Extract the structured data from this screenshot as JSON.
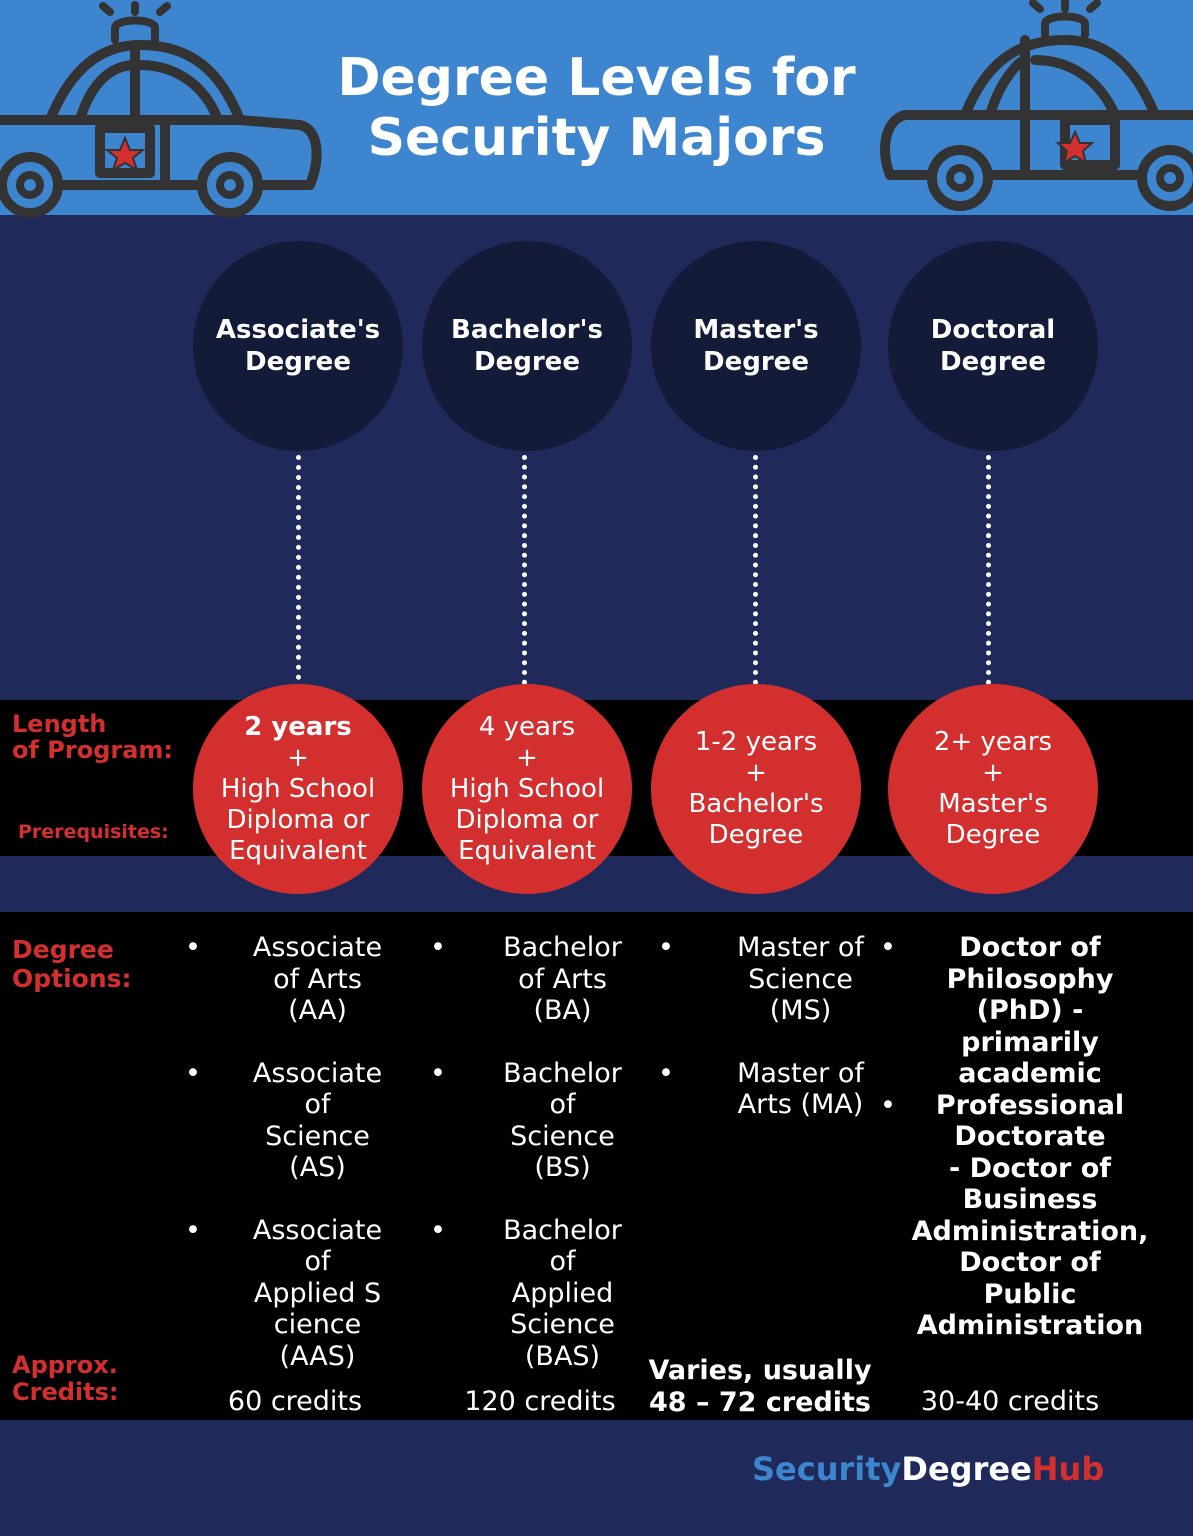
{
  "header": {
    "title_line1": "Degree Levels for",
    "title_line2": "Security Majors"
  },
  "icons": [
    "police-car-icon",
    "star-icon",
    "siren-icon"
  ],
  "colors": {
    "header_bg": "#3d86cf",
    "page_bg": "#1f2a5a",
    "band_bg": "#000000",
    "degree_circle": "#141b38",
    "accent_red": "#d32f2f"
  },
  "row_labels": {
    "length_line1": "Length",
    "length_line2": "of Program:",
    "prerequisites": "Prerequisites:",
    "options_line1": "Degree",
    "options_line2": "Options:",
    "credits_line1": "Approx.",
    "credits_line2": "Credits:"
  },
  "degrees": [
    {
      "name_line1": "Associate's",
      "name_line2": "Degree",
      "length": "2 years",
      "plus": "+",
      "prereq_line1": "High School",
      "prereq_line2": "Diploma or",
      "prereq_line3": "Equivalent",
      "options": [
        [
          "Associate",
          "of Arts",
          "(AA)"
        ],
        [
          "Associate",
          "of",
          "Science",
          "(AS)"
        ],
        [
          "Associate",
          "of",
          "Applied S",
          "cience",
          "(AAS)"
        ]
      ],
      "credits_line1": "",
      "credits_line2": "60 credits"
    },
    {
      "name_line1": "Bachelor's",
      "name_line2": "Degree",
      "length": "4 years",
      "plus": "+",
      "prereq_line1": "High School",
      "prereq_line2": "Diploma or",
      "prereq_line3": "Equivalent",
      "options": [
        [
          "Bachelor",
          "of Arts",
          "(BA)"
        ],
        [
          "Bachelor",
          "of",
          "Science",
          "(BS)"
        ],
        [
          "Bachelor",
          "of",
          "Applied",
          "Science",
          "(BAS)"
        ]
      ],
      "credits_line1": "",
      "credits_line2": "120 credits"
    },
    {
      "name_line1": "Master's",
      "name_line2": "Degree",
      "length": "1-2 years",
      "plus": "+",
      "prereq_line1": "Bachelor's",
      "prereq_line2": "Degree",
      "prereq_line3": "",
      "options": [
        [
          "Master of",
          "Science",
          "(MS)"
        ],
        [
          "Master of",
          "Arts (MA)"
        ]
      ],
      "credits_line1": "Varies, usually",
      "credits_line2": "48 – 72 credits"
    },
    {
      "name_line1": "Doctoral",
      "name_line2": "Degree",
      "length": "2+ years",
      "plus": "+",
      "prereq_line1": "Master's",
      "prereq_line2": "Degree",
      "prereq_line3": "",
      "options": [
        [
          "Doctor of",
          "Philosophy",
          "(PhD) -",
          "primarily",
          "academic"
        ],
        [
          "Professional",
          "Doctorate",
          "- Doctor of",
          "Business",
          "Administration,",
          "Doctor of",
          "Public",
          "Administration"
        ]
      ],
      "credits_line1": "",
      "credits_line2": "30-40 credits"
    }
  ],
  "brand": {
    "part1": "Security",
    "part2": "Degree",
    "part3": "Hub"
  }
}
